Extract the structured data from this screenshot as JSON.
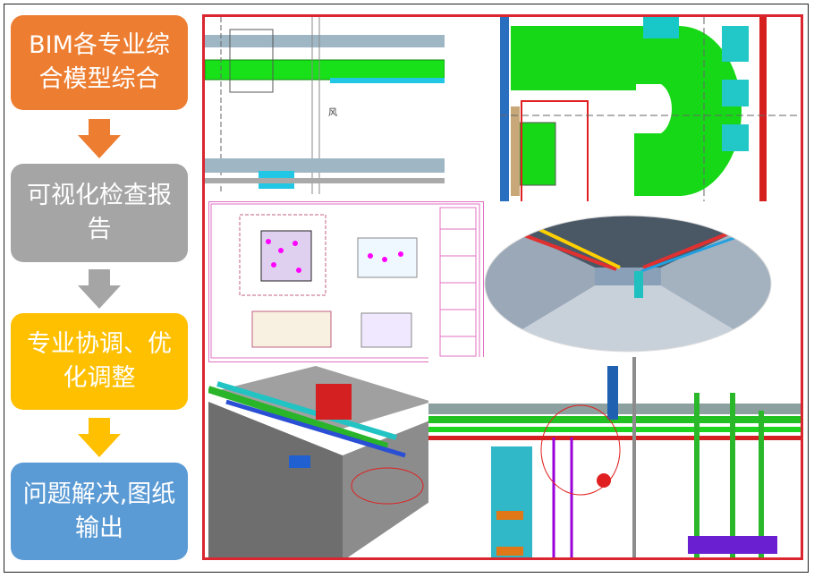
{
  "steps": [
    {
      "text": "BIM各专业综合模型综合",
      "color": "#ed7d31"
    },
    {
      "text": "可视化检查报告",
      "color": "#a5a5a5"
    },
    {
      "text": "专业协调、优化调整",
      "color": "#ffc000"
    },
    {
      "text": "问题解决,图纸输出",
      "color": "#5b9bd5"
    }
  ],
  "arrow_colors": [
    "#ed7d31",
    "#a5a5a5",
    "#ffc000"
  ],
  "accent_border": "#d9262f",
  "drawing_label": "风"
}
